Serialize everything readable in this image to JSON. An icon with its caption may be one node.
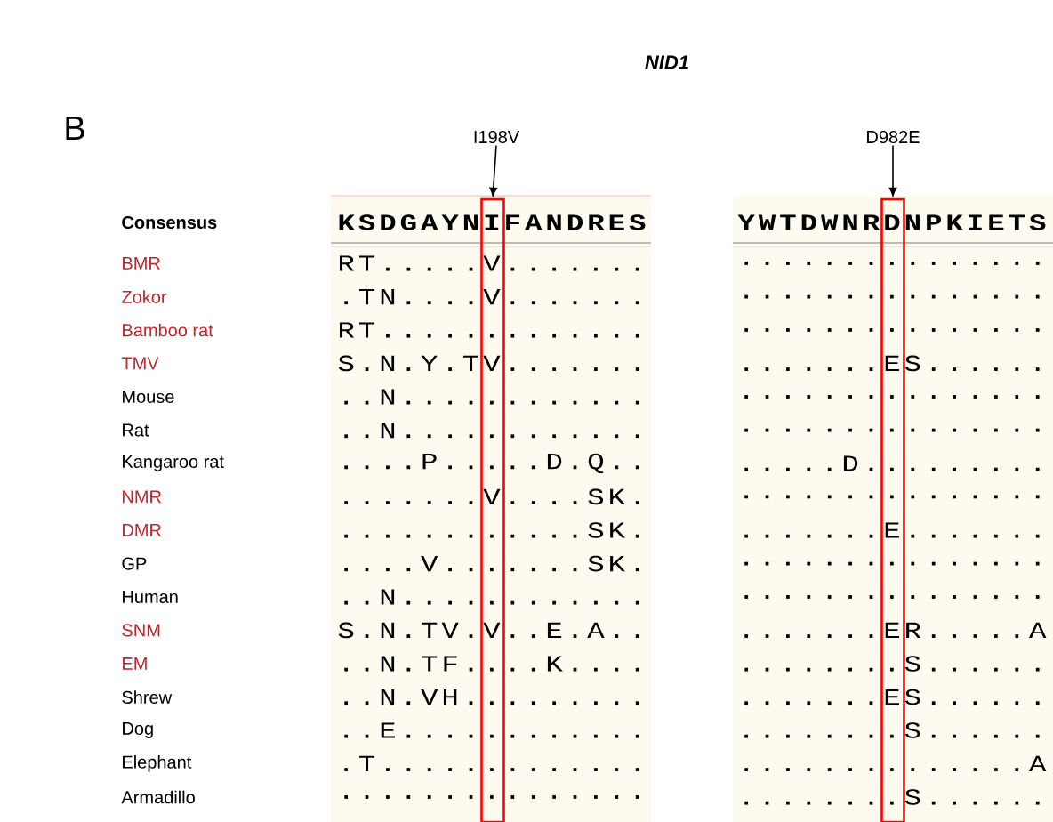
{
  "diagram": {
    "title": "NID1",
    "nodes": [
      {
        "text": [
          "I198V"
        ]
      },
      {
        "text": [
          "D982E"
        ]
      },
      {
        "text": [],
        "shape": "box"
      },
      {
        "text": [],
        "shape": "box"
      }
    ],
    "edges": [
      {
        "from": 0,
        "to": 2,
        "arrow": "to"
      },
      {
        "from": 1,
        "to": 3,
        "arrow": "to"
      }
    ],
    "labels": [
      "B",
      "Consensus",
      "KSDGAYNIFANDRES",
      "YWTDWNRDNPKIETS",
      "BMR",
      "RT.....V.......",
      "...............",
      "Zokor",
      ".TN....V.......",
      "...............",
      "Bamboo rat",
      "RT.............",
      "...............",
      "TMV",
      "S.N.Y.TV.......",
      ".......ES......",
      "Mouse",
      "..N............",
      "...............",
      "Rat",
      "..N............",
      "...............",
      "Kangaroo rat",
      "....P.....D.Q..",
      ".....D.........",
      "NMR",
      ".......V....SK.",
      "...............",
      "DMR",
      "............SK.",
      ".......E.......",
      "GP",
      "....V.......SK.",
      "...............",
      "Human",
      "..N............",
      "...............",
      "SNM",
      "S.N.TV.V..E.A..",
      ".......ER.....A",
      "EM",
      "..N.TF....K....",
      "........S......",
      "Shrew",
      "..N.VH.........",
      ".......ES......",
      "Dog",
      "..E............",
      "........S......",
      "Elephant",
      ".T.............",
      "..............A",
      "Armadillo",
      "...............",
      "........S......"
    ]
  }
}
